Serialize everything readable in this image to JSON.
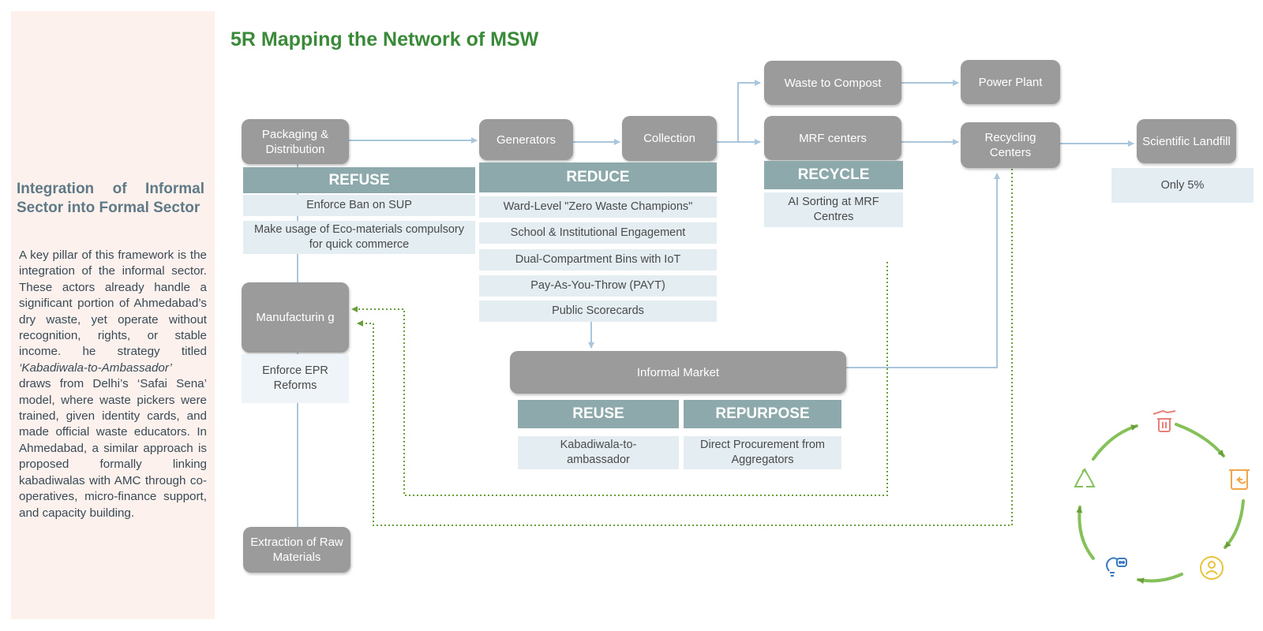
{
  "sidebar": {
    "heading": "Integration of Informal Sector into Formal Sector",
    "body_part1": "A key pillar of this framework is the integration of the informal sector. These actors already handle a significant portion of Ahmedabad’s dry waste, yet operate without recognition, rights, or stable income. he strategy titled",
    "body_italic": "‘Kabadiwala-to-Ambassador’",
    "body_part2": "draws from Delhi’s ‘Safai Sena’ model, where waste pickers were trained, given identity cards, and made official waste educators. In Ahmedabad, a similar approach is proposed formally linking kabadiwalas with AMC through co-operatives, micro-finance support, and capacity building."
  },
  "title": "5R Mapping the Network of MSW",
  "nodes": {
    "packaging": "Packaging & Distribution",
    "generators": "Generators",
    "collection": "Collection",
    "waste_to_compost": "Waste to Compost",
    "power_plant": "Power Plant",
    "mrf_centers": "MRF centers",
    "recycling_centers": "Recycling Centers",
    "scientific_landfill": "Scientific Landfill",
    "manufacturing": "Manufacturin g",
    "extraction": "Extraction of Raw Materials",
    "informal_market": "Informal Market"
  },
  "refuse": {
    "label": "REFUSE",
    "items": [
      "Enforce Ban on SUP",
      "Make usage of Eco-materials compulsory for quick commerce"
    ]
  },
  "reduce": {
    "label": "REDUCE",
    "items": [
      "Ward-Level \"Zero Waste Champions\"",
      "School & Institutional Engagement",
      "Dual-Compartment Bins with IoT",
      "Pay-As-You-Throw (PAYT)",
      "Public Scorecards"
    ]
  },
  "recycle": {
    "label": "RECYCLE",
    "items": [
      "AI Sorting at MRF Centres"
    ]
  },
  "landfill_note": "Only 5%",
  "manufacturing_note": "Enforce EPR Reforms",
  "reuse": {
    "label": "REUSE",
    "items": [
      "Kabadiwala-to-ambassador"
    ]
  },
  "repurpose": {
    "label": "REPURPOSE",
    "items": [
      "Direct Procurement from Aggregators"
    ]
  },
  "cycle_icons": [
    "refuse-hand-bin-icon",
    "bin-return-icon",
    "person-cycle-icon",
    "bulb-robot-icon",
    "recycle-icon"
  ],
  "colors": {
    "title": "#3b8a3a",
    "node": "#9b9b9b",
    "band": "#8ea9ab",
    "cell": "#e3edf2",
    "arrow": "#a9c6dd",
    "dotted": "#6a9e3a",
    "sidebar_bg": "#fdf1ee"
  }
}
